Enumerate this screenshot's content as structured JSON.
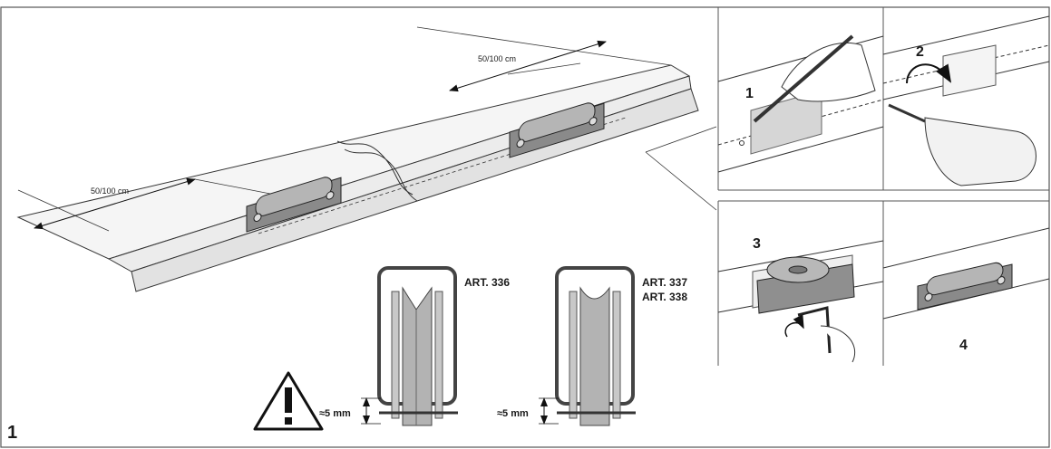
{
  "figure_number": "1",
  "dimensions": {
    "left_spacing": "50/100 cm",
    "right_spacing": "50/100 cm"
  },
  "wheels": {
    "art_336": "ART. 336",
    "art_337": "ART. 337",
    "art_338": "ART. 338",
    "clearance_left": "≈5 mm",
    "clearance_right": "≈5 mm"
  },
  "steps": {
    "step1": "1",
    "step2": "2",
    "step3": "3",
    "step4": "4"
  }
}
